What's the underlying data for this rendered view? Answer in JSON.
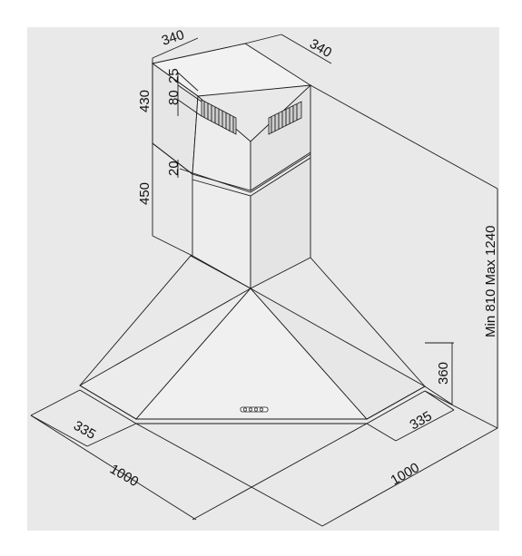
{
  "colors": {
    "background": "#e9e9e9",
    "line": "#1a1a1a",
    "face_light": "#efefef",
    "face_dark": "#e2e2e2"
  },
  "dimensions": {
    "chimney_width_left": "340",
    "chimney_width_right": "340",
    "upper_chimney_height": "430",
    "lower_chimney_height": "450",
    "vent_offset": "25",
    "vent_height": "80",
    "joint_gap": "20",
    "hood_height": "360",
    "hood_width_left": "1000",
    "hood_width_right": "1000",
    "hood_depth_left": "335",
    "hood_depth_right": "335",
    "total_height": "Min 810 Max 1240"
  },
  "icons": {
    "control_panel": "control-buttons-icon"
  }
}
